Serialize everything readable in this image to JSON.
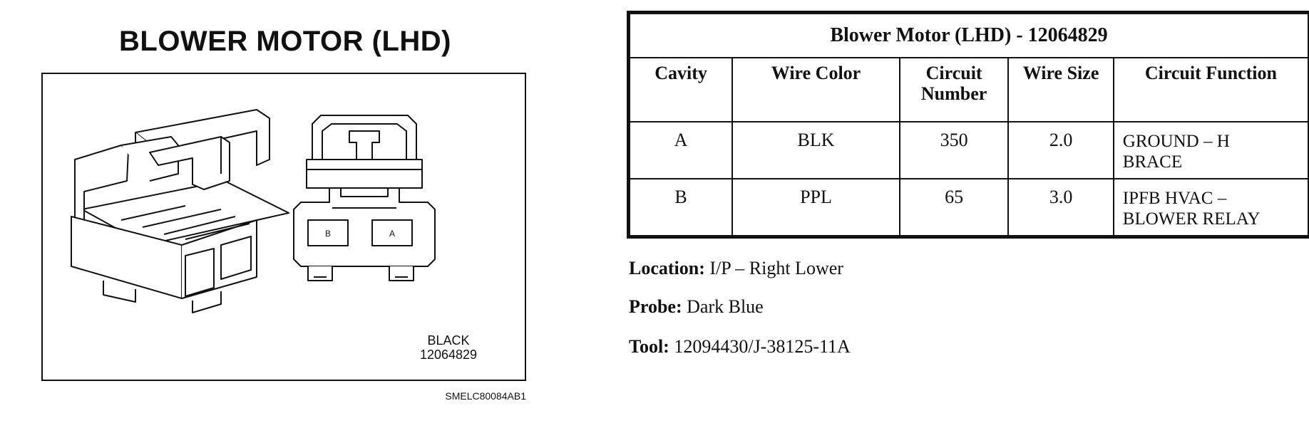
{
  "connector": {
    "title": "BLOWER MOTOR (LHD)",
    "color_label": "BLACK",
    "part_number": "12064829",
    "cavity_labels": {
      "left": "B",
      "right": "A"
    },
    "figure_id": "SMELC80084AB1"
  },
  "table": {
    "title": "Blower Motor (LHD) - 12064829",
    "headers": [
      "Cavity",
      "Wire Color",
      "Circuit Number",
      "Wire Size",
      "Circuit Function"
    ],
    "rows": [
      {
        "cavity": "A",
        "wire_color": "BLK",
        "circuit_number": "350",
        "wire_size": "2.0",
        "function_line1": "GROUND – H",
        "function_line2": "BRACE"
      },
      {
        "cavity": "B",
        "wire_color": "PPL",
        "circuit_number": "65",
        "wire_size": "3.0",
        "function_line1": "IPFB HVAC –",
        "function_line2": "BLOWER RELAY"
      }
    ]
  },
  "info": {
    "location_label": "Location:",
    "location_value": "I/P – Right Lower",
    "probe_label": "Probe:",
    "probe_value": "Dark Blue",
    "tool_label": "Tool:",
    "tool_value": "12094430/J-38125-11A"
  }
}
